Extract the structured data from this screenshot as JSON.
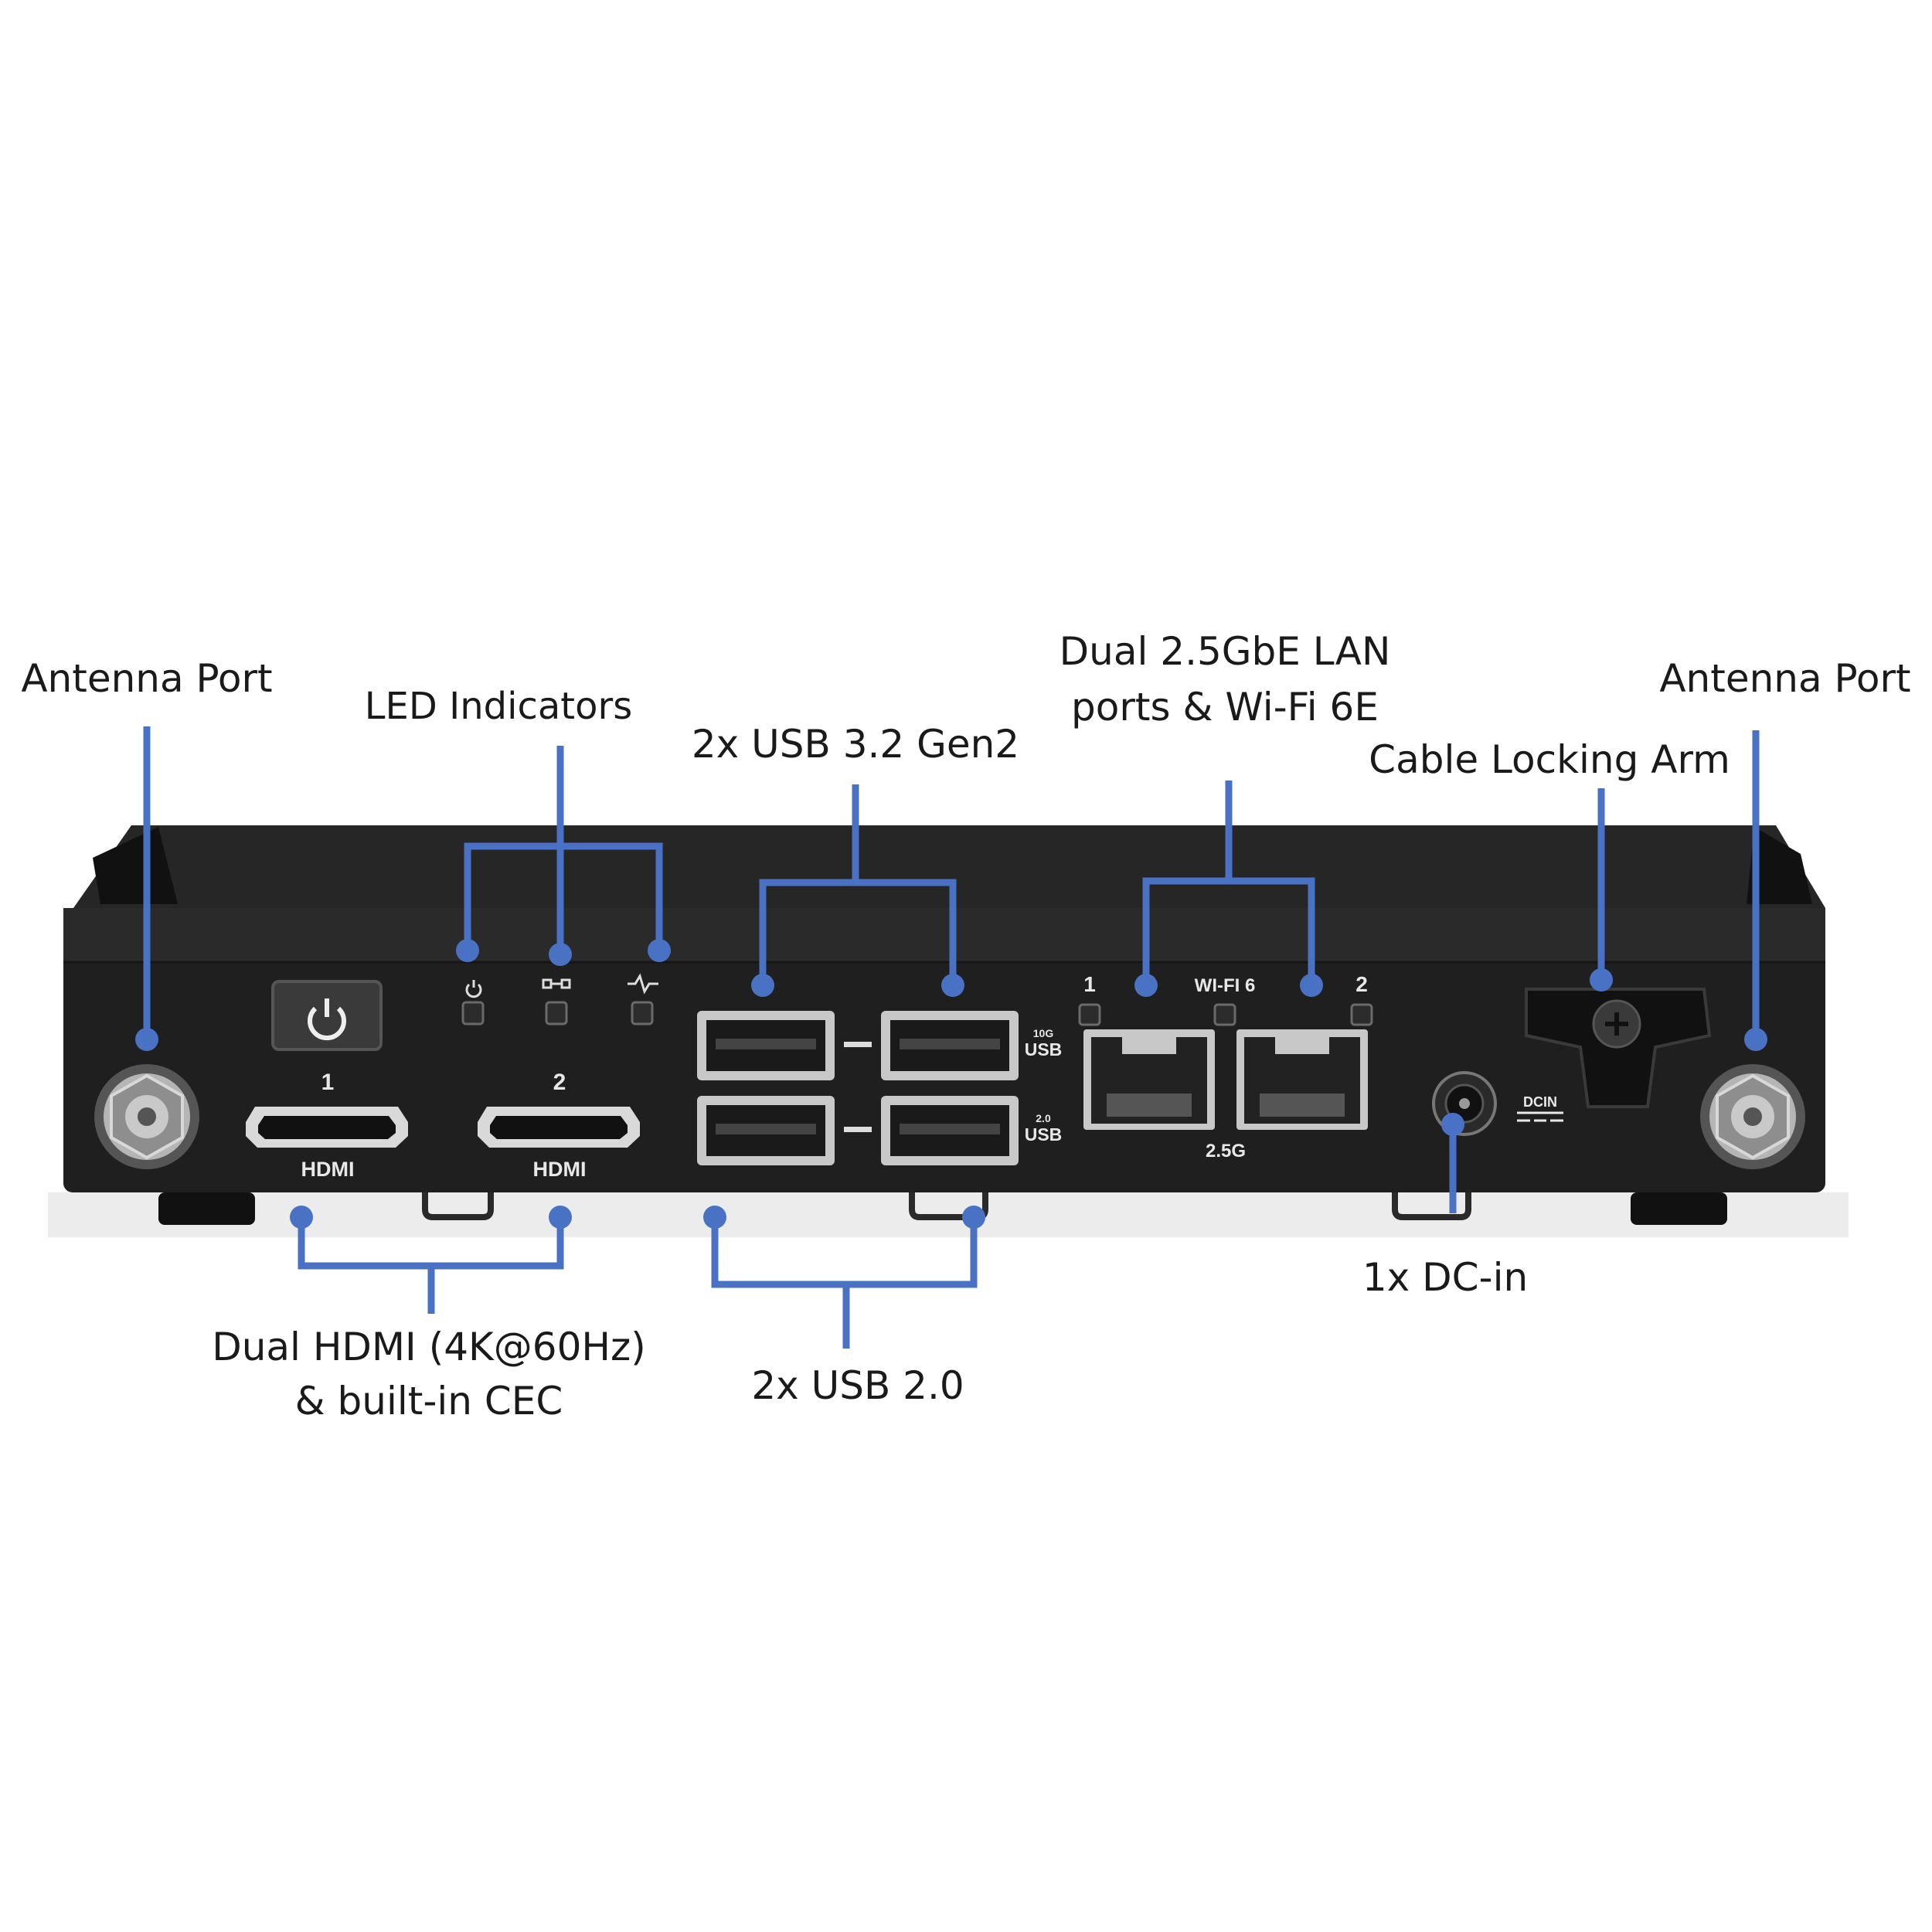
{
  "callouts": {
    "antenna_left": "Antenna Port",
    "antenna_right": "Antenna Port",
    "led": "LED Indicators",
    "usb32": "2x USB 3.2 Gen2",
    "lan_line1": "Dual 2.5GbE LAN",
    "lan_line2": "ports & Wi-Fi 6E",
    "cable_lock": "Cable Locking Arm",
    "hdmi_line1": "Dual HDMI (4K@60Hz)",
    "hdmi_line2": "& built-in CEC",
    "usb20": "2x USB 2.0",
    "dcin": "1x DC-in"
  },
  "panel": {
    "hdmi1_num": "1",
    "hdmi2_num": "2",
    "hdmi1_label": "HDMI",
    "hdmi2_label": "HDMI",
    "usb_top_speed": "10G",
    "usb_top_label": "USB",
    "usb_bottom_speed": "2.0",
    "usb_bottom_label": "USB",
    "lan1_num": "1",
    "lan2_num": "2",
    "wifi_label": "WI-FI 6",
    "lan_speed": "2.5G",
    "dc_label": "DCIN"
  },
  "colors": {
    "leader_line": "#4a72c4",
    "chassis": "#1f1f1f",
    "background": "#ffffff"
  }
}
